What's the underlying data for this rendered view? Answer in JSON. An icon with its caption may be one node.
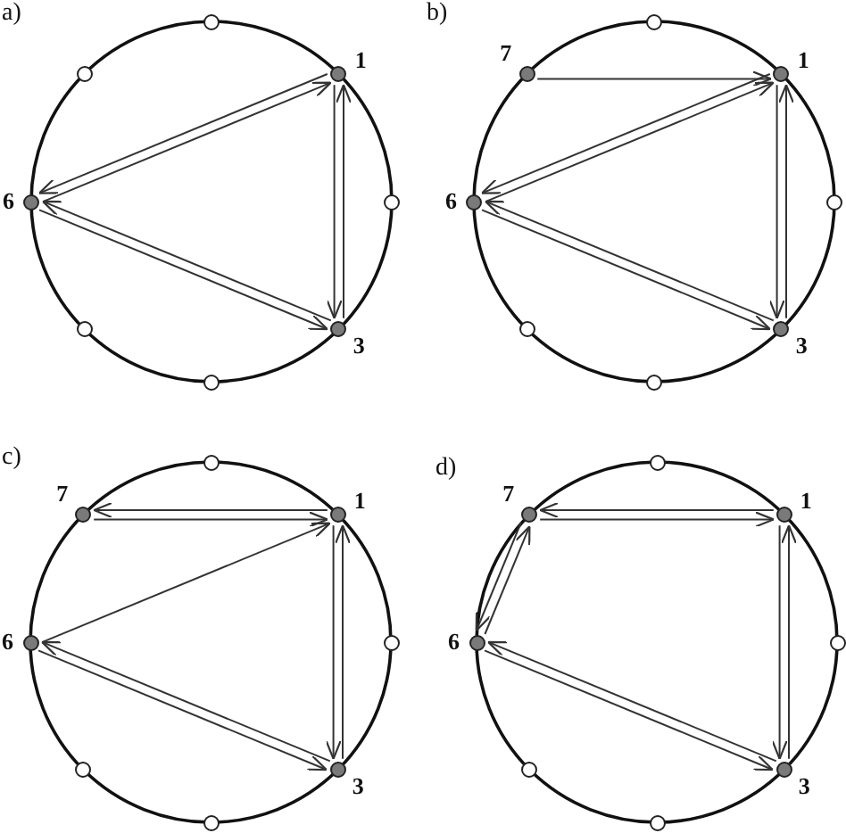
{
  "diagram": {
    "nodes": [
      {
        "text": [],
        "shape": "circle"
      },
      {
        "text": [],
        "shape": "circle"
      },
      {
        "text": [],
        "shape": "circle",
        "beside": [
          "1"
        ]
      },
      {
        "text": [],
        "shape": "circle",
        "beside": [
          "6"
        ]
      },
      {
        "text": [],
        "shape": "circle"
      },
      {
        "text": [],
        "shape": "circle"
      },
      {
        "text": [],
        "shape": "circle",
        "beside": [
          "3"
        ]
      },
      {
        "text": [],
        "shape": "circle"
      },
      {
        "text": [],
        "shape": "circle"
      },
      {
        "text": [],
        "shape": "circle",
        "beside": [
          "7"
        ]
      },
      {
        "text": [],
        "shape": "circle",
        "beside": [
          "1"
        ]
      },
      {
        "text": [],
        "shape": "circle",
        "beside": [
          "6"
        ]
      },
      {
        "text": [],
        "shape": "circle"
      },
      {
        "text": [],
        "shape": "circle"
      },
      {
        "text": [],
        "shape": "circle",
        "beside": [
          "3"
        ]
      },
      {
        "text": [],
        "shape": "circle"
      },
      {
        "text": [],
        "shape": "circle"
      },
      {
        "text": [],
        "shape": "circle",
        "beside": [
          "7"
        ]
      },
      {
        "text": [],
        "shape": "circle",
        "beside": [
          "1"
        ]
      },
      {
        "text": [],
        "shape": "circle",
        "beside": [
          "6"
        ]
      },
      {
        "text": [],
        "shape": "circle"
      },
      {
        "text": [],
        "shape": "circle"
      },
      {
        "text": [],
        "shape": "circle",
        "beside": [
          "3"
        ]
      },
      {
        "text": [],
        "shape": "circle"
      },
      {
        "text": [],
        "shape": "circle"
      },
      {
        "text": [],
        "shape": "circle",
        "beside": [
          "7"
        ]
      },
      {
        "text": [],
        "shape": "circle",
        "beside": [
          "1"
        ]
      },
      {
        "text": [],
        "shape": "circle",
        "beside": [
          "6"
        ]
      },
      {
        "text": [],
        "shape": "circle"
      },
      {
        "text": [],
        "shape": "circle"
      },
      {
        "text": [],
        "shape": "circle",
        "beside": [
          "3"
        ]
      },
      {
        "text": [],
        "shape": "circle"
      }
    ],
    "edges": [
      {
        "from": 3,
        "to": 2,
        "arrow": "to"
      },
      {
        "from": 2,
        "to": 3,
        "arrow": "to"
      },
      {
        "from": 2,
        "to": 6,
        "arrow": "to"
      },
      {
        "from": 6,
        "to": 2,
        "arrow": "to"
      },
      {
        "from": 3,
        "to": 6,
        "arrow": "to"
      },
      {
        "from": 6,
        "to": 3,
        "arrow": "to"
      },
      {
        "from": 9,
        "to": 10,
        "arrow": "to"
      },
      {
        "from": 11,
        "to": 10,
        "arrow": "to"
      },
      {
        "from": 10,
        "to": 11,
        "arrow": "to"
      },
      {
        "from": 10,
        "to": 14,
        "arrow": "to"
      },
      {
        "from": 14,
        "to": 10,
        "arrow": "to"
      },
      {
        "from": 11,
        "to": 14,
        "arrow": "to"
      },
      {
        "from": 14,
        "to": 11,
        "arrow": "to"
      },
      {
        "from": 17,
        "to": 18,
        "arrow": "to"
      },
      {
        "from": 18,
        "to": 17,
        "arrow": "to"
      },
      {
        "from": 19,
        "to": 18,
        "arrow": "to"
      },
      {
        "from": 18,
        "to": 22,
        "arrow": "to"
      },
      {
        "from": 22,
        "to": 18,
        "arrow": "to"
      },
      {
        "from": 19,
        "to": 22,
        "arrow": "to"
      },
      {
        "from": 22,
        "to": 19,
        "arrow": "to"
      },
      {
        "from": 25,
        "to": 26,
        "arrow": "to"
      },
      {
        "from": 26,
        "to": 25,
        "arrow": "to"
      },
      {
        "from": 25,
        "to": 27,
        "arrow": "to"
      },
      {
        "from": 27,
        "to": 25,
        "arrow": "to"
      },
      {
        "from": 26,
        "to": 30,
        "arrow": "to"
      },
      {
        "from": 30,
        "to": 26,
        "arrow": "to"
      },
      {
        "from": 27,
        "to": 30,
        "arrow": "to"
      },
      {
        "from": 30,
        "to": 27,
        "arrow": "to"
      }
    ],
    "labels": [
      "a)",
      "b)",
      "c)",
      "d)"
    ]
  }
}
